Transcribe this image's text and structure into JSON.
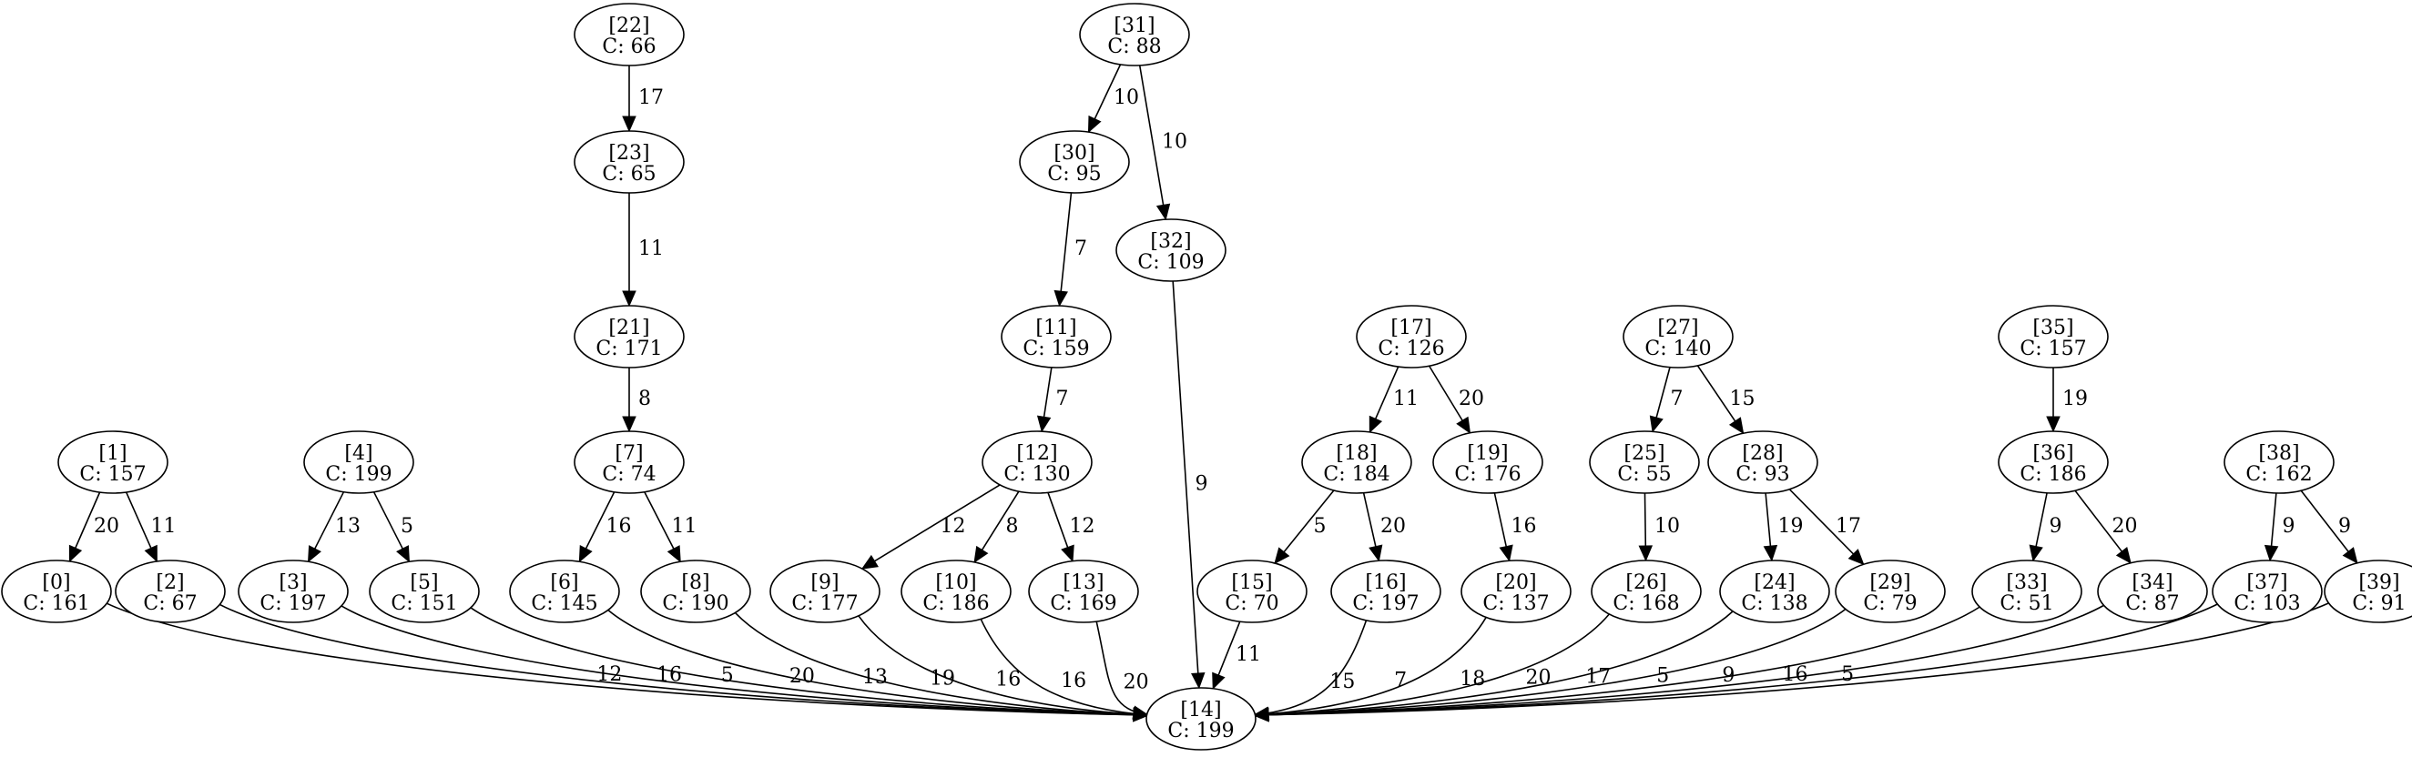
{
  "graph": {
    "nodes": [
      {
        "id": "0",
        "line1": "[0]",
        "line2": "C: 161"
      },
      {
        "id": "1",
        "line1": "[1]",
        "line2": "C: 157"
      },
      {
        "id": "2",
        "line1": "[2]",
        "line2": "C: 67"
      },
      {
        "id": "3",
        "line1": "[3]",
        "line2": "C: 197"
      },
      {
        "id": "4",
        "line1": "[4]",
        "line2": "C: 199"
      },
      {
        "id": "5",
        "line1": "[5]",
        "line2": "C: 151"
      },
      {
        "id": "6",
        "line1": "[6]",
        "line2": "C: 145"
      },
      {
        "id": "7",
        "line1": "[7]",
        "line2": "C: 74"
      },
      {
        "id": "8",
        "line1": "[8]",
        "line2": "C: 190"
      },
      {
        "id": "9",
        "line1": "[9]",
        "line2": "C: 177"
      },
      {
        "id": "10",
        "line1": "[10]",
        "line2": "C: 186"
      },
      {
        "id": "11",
        "line1": "[11]",
        "line2": "C: 159"
      },
      {
        "id": "12",
        "line1": "[12]",
        "line2": "C: 130"
      },
      {
        "id": "13",
        "line1": "[13]",
        "line2": "C: 169"
      },
      {
        "id": "14",
        "line1": "[14]",
        "line2": "C: 199"
      },
      {
        "id": "15",
        "line1": "[15]",
        "line2": "C: 70"
      },
      {
        "id": "16",
        "line1": "[16]",
        "line2": "C: 197"
      },
      {
        "id": "17",
        "line1": "[17]",
        "line2": "C: 126"
      },
      {
        "id": "18",
        "line1": "[18]",
        "line2": "C: 184"
      },
      {
        "id": "19",
        "line1": "[19]",
        "line2": "C: 176"
      },
      {
        "id": "20",
        "line1": "[20]",
        "line2": "C: 137"
      },
      {
        "id": "21",
        "line1": "[21]",
        "line2": "C: 171"
      },
      {
        "id": "22",
        "line1": "[22]",
        "line2": "C: 66"
      },
      {
        "id": "23",
        "line1": "[23]",
        "line2": "C: 65"
      },
      {
        "id": "24",
        "line1": "[24]",
        "line2": "C: 138"
      },
      {
        "id": "25",
        "line1": "[25]",
        "line2": "C: 55"
      },
      {
        "id": "26",
        "line1": "[26]",
        "line2": "C: 168"
      },
      {
        "id": "27",
        "line1": "[27]",
        "line2": "C: 140"
      },
      {
        "id": "28",
        "line1": "[28]",
        "line2": "C: 93"
      },
      {
        "id": "29",
        "line1": "[29]",
        "line2": "C: 79"
      },
      {
        "id": "30",
        "line1": "[30]",
        "line2": "C: 95"
      },
      {
        "id": "31",
        "line1": "[31]",
        "line2": "C: 88"
      },
      {
        "id": "32",
        "line1": "[32]",
        "line2": "C: 109"
      },
      {
        "id": "33",
        "line1": "[33]",
        "line2": "C: 51"
      },
      {
        "id": "34",
        "line1": "[34]",
        "line2": "C: 87"
      },
      {
        "id": "35",
        "line1": "[35]",
        "line2": "C: 157"
      },
      {
        "id": "36",
        "line1": "[36]",
        "line2": "C: 186"
      },
      {
        "id": "37",
        "line1": "[37]",
        "line2": "C: 103"
      },
      {
        "id": "38",
        "line1": "[38]",
        "line2": "C: 162"
      },
      {
        "id": "39",
        "line1": "[39]",
        "line2": "C: 91"
      }
    ],
    "edges": [
      {
        "from": "1",
        "to": "0",
        "label": "20"
      },
      {
        "from": "1",
        "to": "2",
        "label": "11"
      },
      {
        "from": "4",
        "to": "3",
        "label": "13"
      },
      {
        "from": "4",
        "to": "5",
        "label": "5"
      },
      {
        "from": "22",
        "to": "23",
        "label": "17"
      },
      {
        "from": "23",
        "to": "21",
        "label": "11"
      },
      {
        "from": "21",
        "to": "7",
        "label": "8"
      },
      {
        "from": "7",
        "to": "6",
        "label": "16"
      },
      {
        "from": "7",
        "to": "8",
        "label": "11"
      },
      {
        "from": "31",
        "to": "30",
        "label": "10"
      },
      {
        "from": "31",
        "to": "32",
        "label": "10"
      },
      {
        "from": "30",
        "to": "11",
        "label": "7"
      },
      {
        "from": "11",
        "to": "12",
        "label": "7"
      },
      {
        "from": "12",
        "to": "9",
        "label": "12"
      },
      {
        "from": "12",
        "to": "10",
        "label": "8"
      },
      {
        "from": "12",
        "to": "13",
        "label": "12"
      },
      {
        "from": "32",
        "to": "14",
        "label": "9"
      },
      {
        "from": "17",
        "to": "18",
        "label": "11"
      },
      {
        "from": "17",
        "to": "19",
        "label": "20"
      },
      {
        "from": "18",
        "to": "15",
        "label": "5"
      },
      {
        "from": "18",
        "to": "16",
        "label": "20"
      },
      {
        "from": "19",
        "to": "20",
        "label": "16"
      },
      {
        "from": "27",
        "to": "25",
        "label": "7"
      },
      {
        "from": "27",
        "to": "28",
        "label": "15"
      },
      {
        "from": "25",
        "to": "26",
        "label": "10"
      },
      {
        "from": "28",
        "to": "24",
        "label": "19"
      },
      {
        "from": "28",
        "to": "29",
        "label": "17"
      },
      {
        "from": "35",
        "to": "36",
        "label": "19"
      },
      {
        "from": "36",
        "to": "33",
        "label": "9"
      },
      {
        "from": "36",
        "to": "34",
        "label": "20"
      },
      {
        "from": "38",
        "to": "37",
        "label": "9"
      },
      {
        "from": "38",
        "to": "39",
        "label": "9"
      },
      {
        "from": "0",
        "to": "14",
        "label": "12"
      },
      {
        "from": "2",
        "to": "14",
        "label": "16"
      },
      {
        "from": "3",
        "to": "14",
        "label": "5"
      },
      {
        "from": "5",
        "to": "14",
        "label": "20"
      },
      {
        "from": "6",
        "to": "14",
        "label": "13"
      },
      {
        "from": "8",
        "to": "14",
        "label": "19"
      },
      {
        "from": "9",
        "to": "14",
        "label": "16"
      },
      {
        "from": "10",
        "to": "14",
        "label": "16"
      },
      {
        "from": "13",
        "to": "14",
        "label": "20"
      },
      {
        "from": "15",
        "to": "14",
        "label": "11"
      },
      {
        "from": "16",
        "to": "14",
        "label": "15"
      },
      {
        "from": "20",
        "to": "14",
        "label": "7"
      },
      {
        "from": "26",
        "to": "14",
        "label": "18"
      },
      {
        "from": "24",
        "to": "14",
        "label": "20"
      },
      {
        "from": "29",
        "to": "14",
        "label": "17"
      },
      {
        "from": "33",
        "to": "14",
        "label": "5"
      },
      {
        "from": "34",
        "to": "14",
        "label": "9"
      },
      {
        "from": "37",
        "to": "14",
        "label": "16"
      },
      {
        "from": "39",
        "to": "14",
        "label": "5"
      }
    ]
  }
}
